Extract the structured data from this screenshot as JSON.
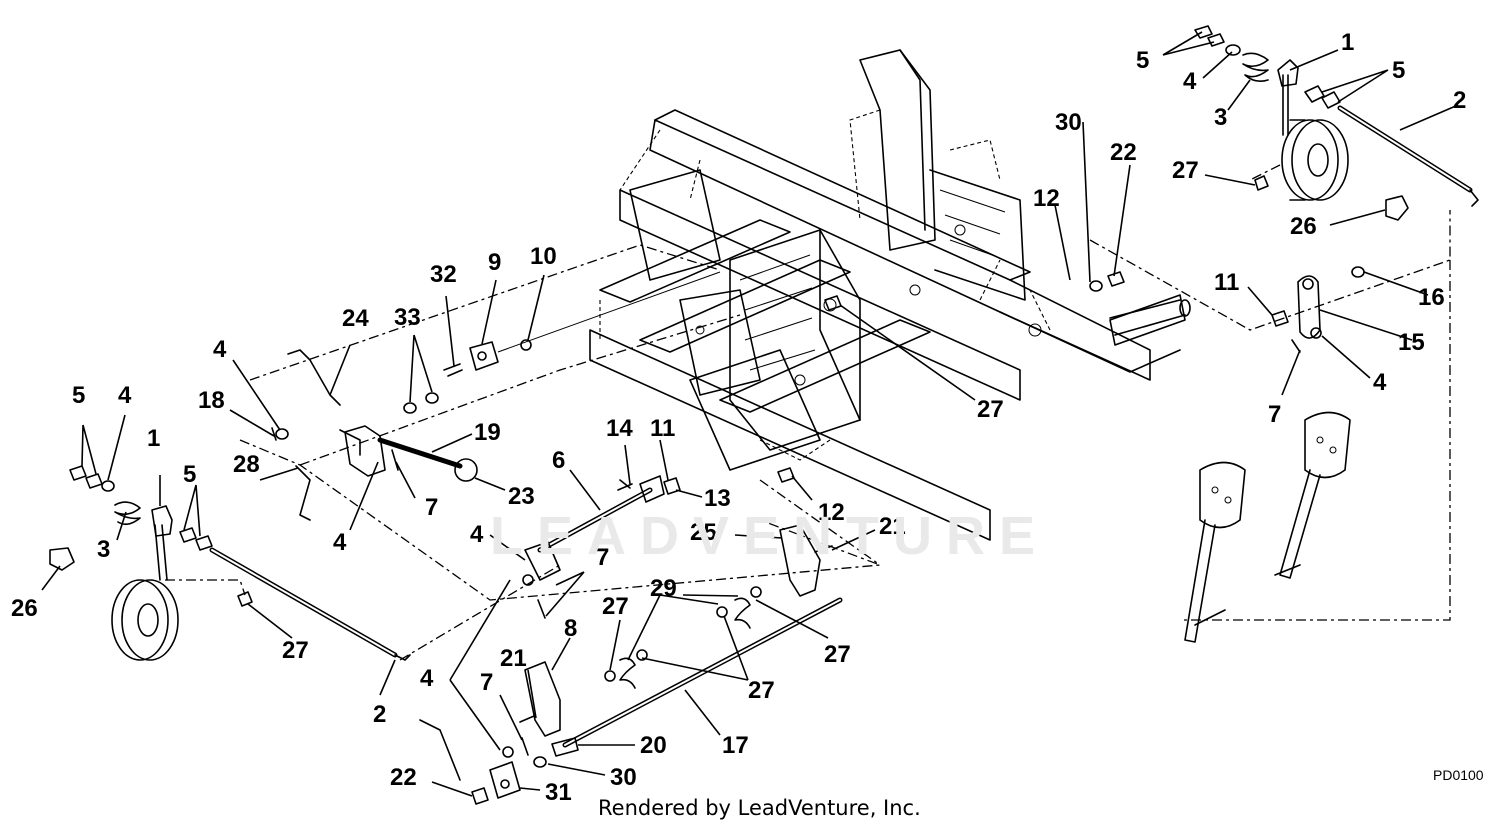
{
  "diagram": {
    "watermark": "LEADVENTURE",
    "footer": "Rendered by LeadVenture, Inc.",
    "figure_code": "PD0100",
    "callouts": [
      {
        "id": "c1a",
        "text": "1"
      },
      {
        "id": "c2a",
        "text": "2"
      },
      {
        "id": "c3a",
        "text": "3"
      },
      {
        "id": "c4a",
        "text": "4"
      },
      {
        "id": "c5a",
        "text": "5"
      },
      {
        "id": "c5b",
        "text": "5"
      },
      {
        "id": "c27a",
        "text": "27"
      },
      {
        "id": "c26a",
        "text": "26"
      },
      {
        "id": "c30a",
        "text": "30"
      },
      {
        "id": "c22a",
        "text": "22"
      },
      {
        "id": "c12a",
        "text": "12"
      },
      {
        "id": "c11a",
        "text": "11"
      },
      {
        "id": "c16",
        "text": "16"
      },
      {
        "id": "c15",
        "text": "15"
      },
      {
        "id": "c4b",
        "text": "4"
      },
      {
        "id": "c7a",
        "text": "7"
      },
      {
        "id": "c27b",
        "text": "27"
      },
      {
        "id": "c32",
        "text": "32"
      },
      {
        "id": "c9",
        "text": "9"
      },
      {
        "id": "c10",
        "text": "10"
      },
      {
        "id": "c24",
        "text": "24"
      },
      {
        "id": "c33",
        "text": "33"
      },
      {
        "id": "c4c",
        "text": "4"
      },
      {
        "id": "c18",
        "text": "18"
      },
      {
        "id": "c19",
        "text": "19"
      },
      {
        "id": "c28",
        "text": "28"
      },
      {
        "id": "c7b",
        "text": "7"
      },
      {
        "id": "c4d",
        "text": "4"
      },
      {
        "id": "c23",
        "text": "23"
      },
      {
        "id": "c5c",
        "text": "5"
      },
      {
        "id": "c4e",
        "text": "4"
      },
      {
        "id": "c1b",
        "text": "1"
      },
      {
        "id": "c5d",
        "text": "5"
      },
      {
        "id": "c3b",
        "text": "3"
      },
      {
        "id": "c26b",
        "text": "26"
      },
      {
        "id": "c27c",
        "text": "27"
      },
      {
        "id": "c2b",
        "text": "2"
      },
      {
        "id": "c14",
        "text": "14"
      },
      {
        "id": "c11b",
        "text": "11"
      },
      {
        "id": "c6",
        "text": "6"
      },
      {
        "id": "c13",
        "text": "13"
      },
      {
        "id": "c12b",
        "text": "12"
      },
      {
        "id": "c21a",
        "text": "21"
      },
      {
        "id": "c25",
        "text": "25"
      },
      {
        "id": "c4f",
        "text": "4"
      },
      {
        "id": "c7c",
        "text": "7"
      },
      {
        "id": "c29",
        "text": "29"
      },
      {
        "id": "c27d",
        "text": "27"
      },
      {
        "id": "c27e",
        "text": "27"
      },
      {
        "id": "c8",
        "text": "8"
      },
      {
        "id": "c27f",
        "text": "27"
      },
      {
        "id": "c4g",
        "text": "4"
      },
      {
        "id": "c21b",
        "text": "21"
      },
      {
        "id": "c7d",
        "text": "7"
      },
      {
        "id": "c17",
        "text": "17"
      },
      {
        "id": "c20",
        "text": "20"
      },
      {
        "id": "c30b",
        "text": "30"
      },
      {
        "id": "c22b",
        "text": "22"
      },
      {
        "id": "c31",
        "text": "31"
      }
    ]
  }
}
